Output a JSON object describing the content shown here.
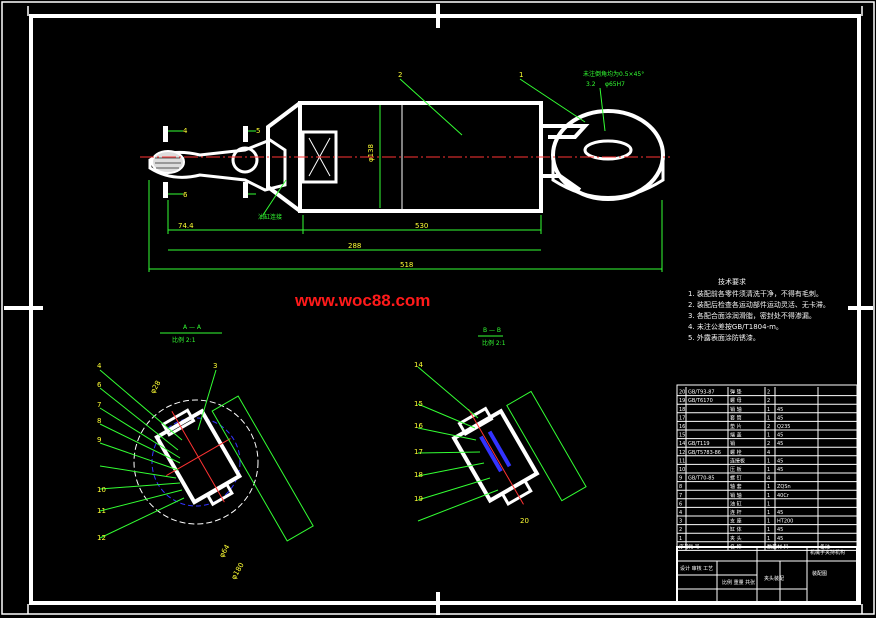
{
  "watermark": "www.woc88.com",
  "colors": {
    "background": "#000000",
    "frame": "#ffffff",
    "dimension": "#33ff33",
    "center_line": "#ff3333",
    "hidden_line": "#3333ff",
    "label": "#ffff33"
  },
  "main_view": {
    "part_labels": [
      "1",
      "2",
      "4",
      "5",
      "6"
    ],
    "dims": {
      "d1": "74.4",
      "d2": "530",
      "d3": "288",
      "d4": "518",
      "dv": "φ138"
    },
    "note_top": "未注倒角均为0.5×45°",
    "note_top2": "3.2",
    "note_top3": "φ65H7",
    "bottom_tag": "油缸连接"
  },
  "section_aa": {
    "title": "A — A",
    "scale": "比例 2:1",
    "labels": [
      "3",
      "4",
      "6",
      "7",
      "8",
      "9",
      "10",
      "11",
      "12"
    ],
    "dim_a": "φ28",
    "dim_b": "φ64",
    "dim_c": "φ180"
  },
  "section_bb": {
    "title": "B — B",
    "scale": "比例 2:1",
    "labels": [
      "14",
      "15",
      "16",
      "17",
      "18",
      "19",
      "20"
    ]
  },
  "tech_req": {
    "title": "技术要求",
    "lines": [
      "1. 装配前各零件须清洗干净，不得有毛刺。",
      "2. 装配后检查各运动部件运动灵活、无卡滞。",
      "3. 各配合面涂润滑脂，密封处不得渗漏。",
      "4. 未注公差按GB/T1804-m。",
      "5. 外露表面涂防锈漆。"
    ]
  },
  "bom": {
    "rows": [
      [
        "20",
        "GB/T93-87",
        "弹 垫",
        "2",
        "",
        ""
      ],
      [
        "19",
        "GB/T6170",
        "螺 母",
        "2",
        "",
        ""
      ],
      [
        "18",
        "",
        "销 轴",
        "1",
        "45",
        ""
      ],
      [
        "17",
        "",
        "套 筒",
        "1",
        "45",
        ""
      ],
      [
        "16",
        "",
        "垫 片",
        "2",
        "Q235",
        ""
      ],
      [
        "15",
        "",
        "端 盖",
        "1",
        "45",
        ""
      ],
      [
        "14",
        "GB/T119",
        "销",
        "2",
        "45",
        ""
      ],
      [
        "12",
        "GB/T5783-86",
        "螺 栓",
        "4",
        "",
        ""
      ],
      [
        "11",
        "",
        "连接板",
        "1",
        "45",
        ""
      ],
      [
        "10",
        "",
        "压 板",
        "1",
        "45",
        ""
      ],
      [
        "9",
        "GB/T70-85",
        "螺 钉",
        "4",
        "",
        ""
      ],
      [
        "8",
        "",
        "轴 套",
        "1",
        "ZQSn",
        ""
      ],
      [
        "7",
        "",
        "销 轴",
        "1",
        "40Cr",
        ""
      ],
      [
        "6",
        "",
        "油 缸",
        "1",
        "",
        ""
      ],
      [
        "4",
        "",
        "连 杆",
        "1",
        "45",
        ""
      ],
      [
        "3",
        "",
        "支 座",
        "1",
        "HT200",
        ""
      ],
      [
        "2",
        "",
        "缸 体",
        "1",
        "45",
        ""
      ],
      [
        "1",
        "",
        "夹 头",
        "1",
        "45",
        ""
      ]
    ],
    "header": [
      "序号",
      "代 号",
      "名 称",
      "数量",
      "材 料",
      "备注"
    ],
    "title_left": "设计  审核  工艺",
    "title_mid": "比例  重量  共张",
    "title_right": "机械手夹持机构",
    "drawing_no": "装配图",
    "dwg_name": "夹头装配"
  }
}
